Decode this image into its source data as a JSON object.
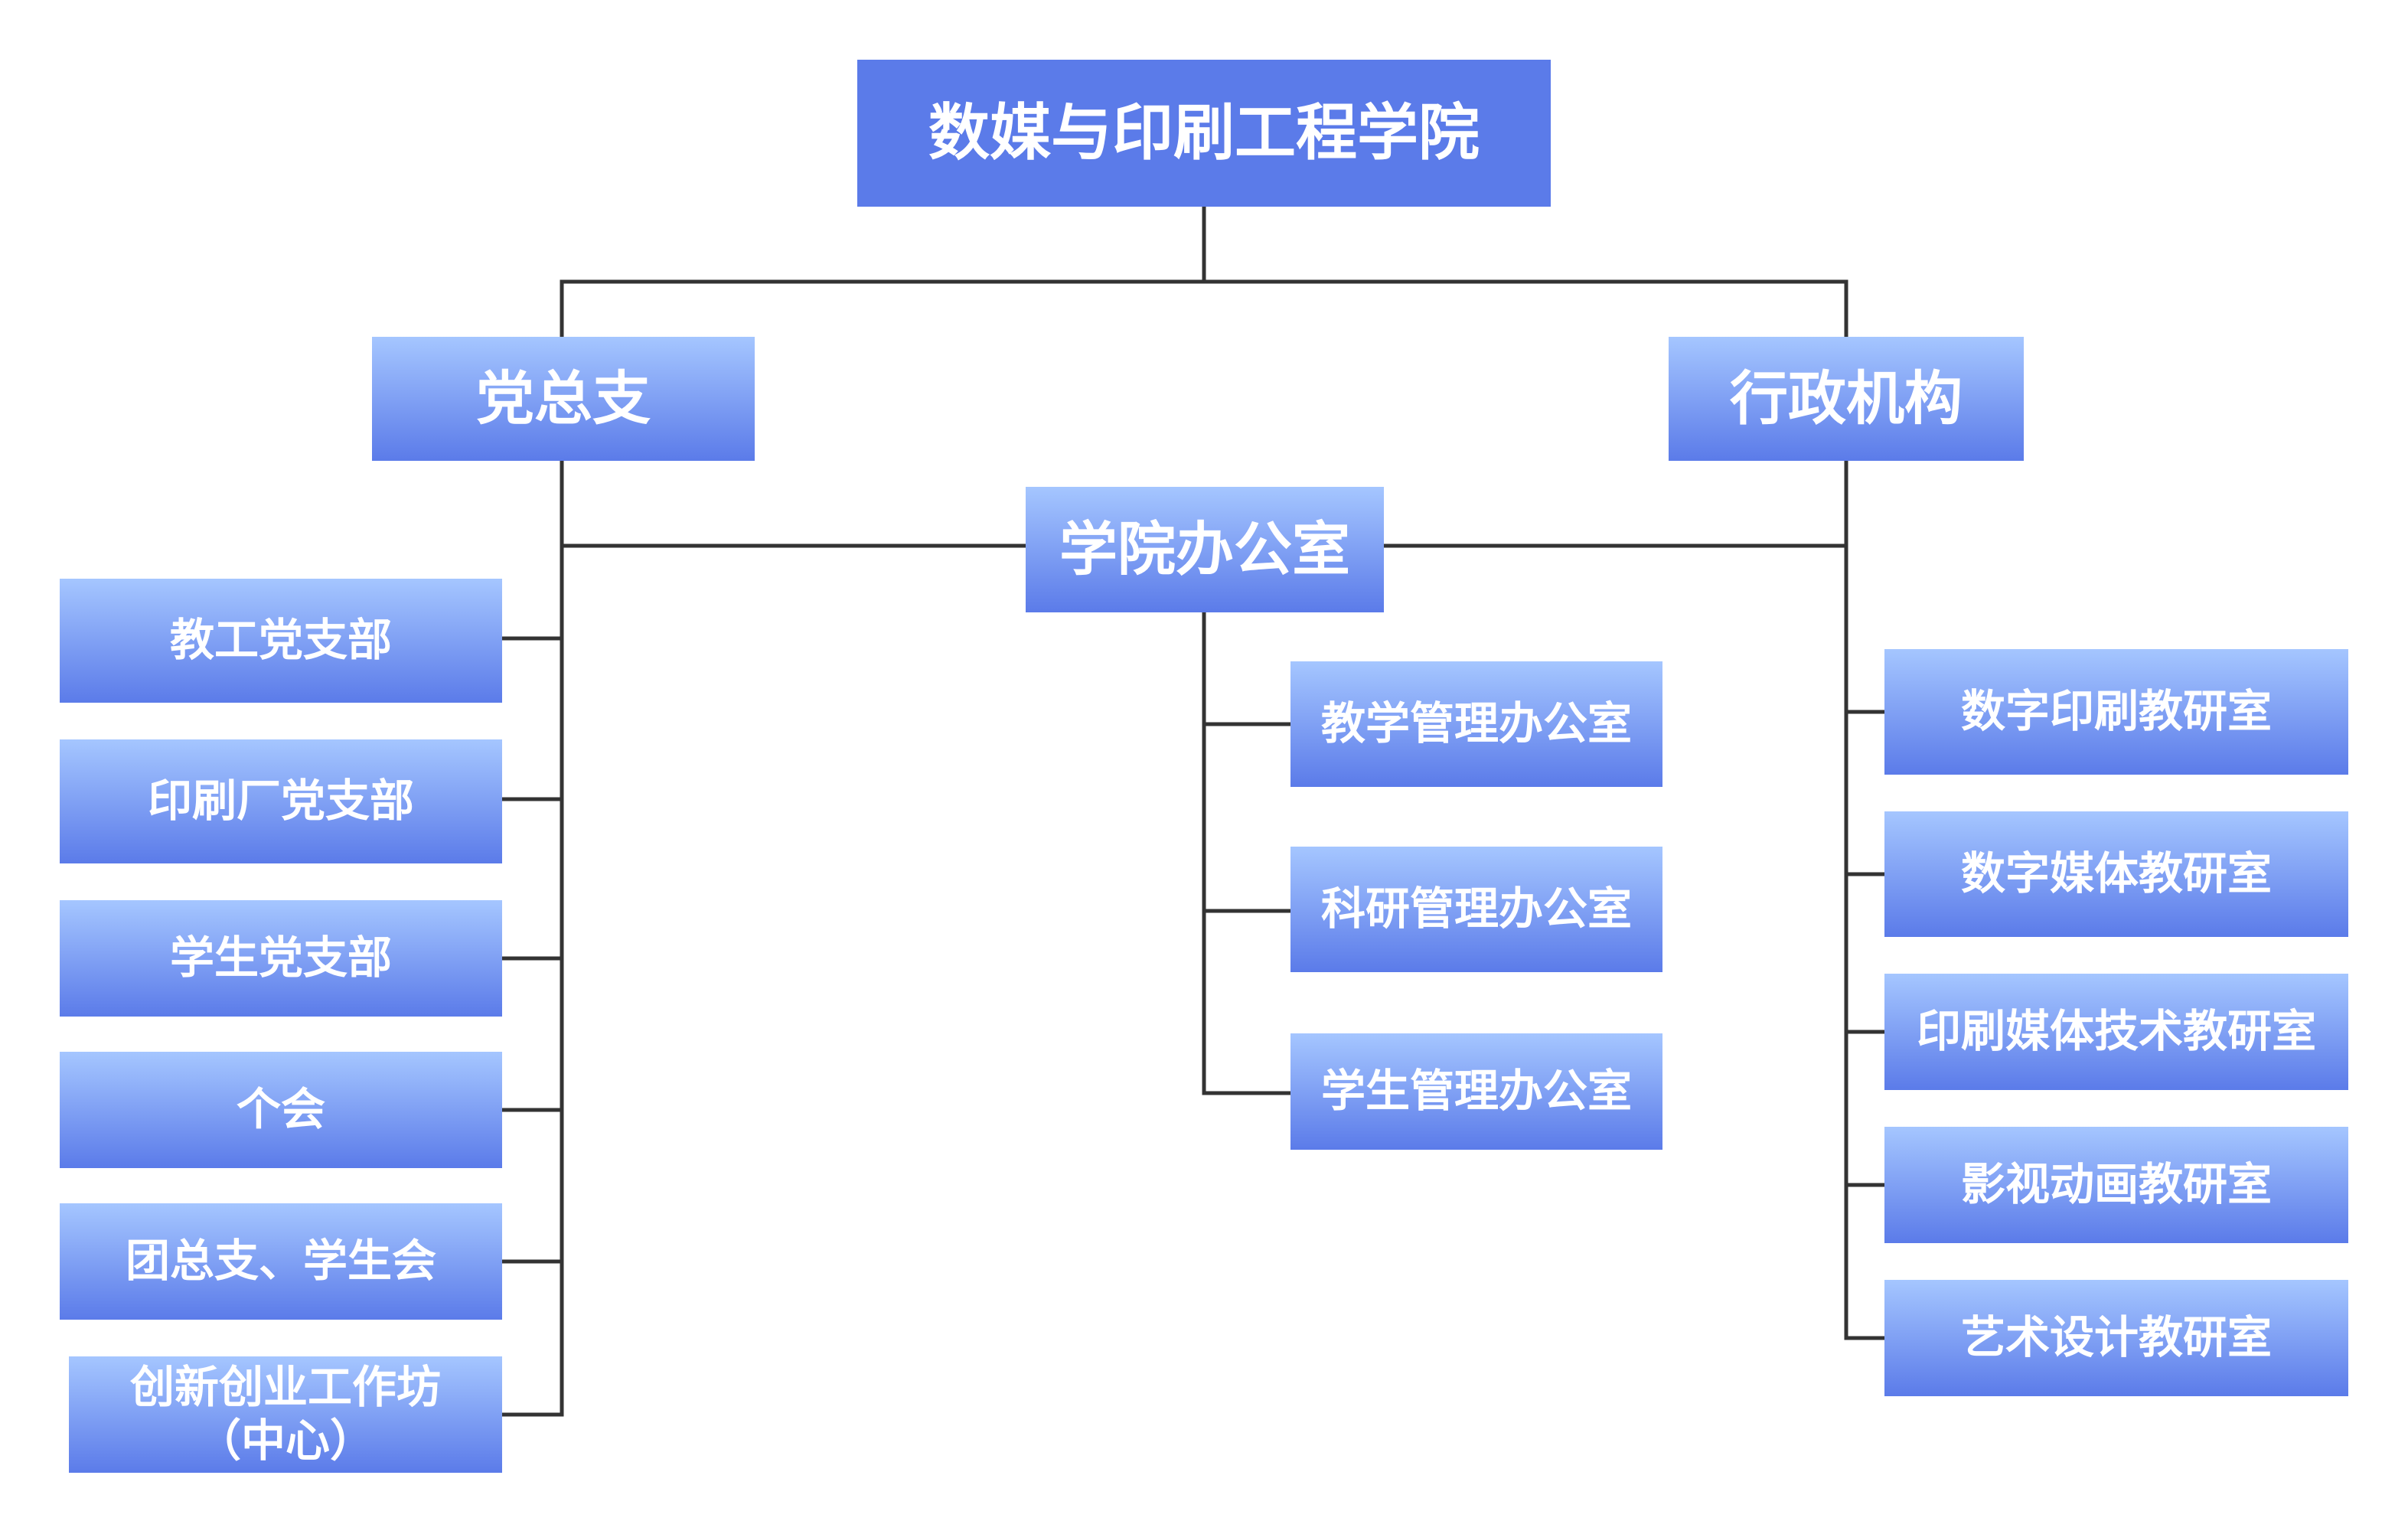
{
  "root": {
    "label": "数媒与印刷工程学院"
  },
  "branches": {
    "party": {
      "label": "党总支",
      "children": [
        {
          "label": "教工党支部"
        },
        {
          "label": "印刷厂党支部"
        },
        {
          "label": "学生党支部"
        },
        {
          "label": "个会"
        },
        {
          "label": "团总支、学生会"
        },
        {
          "label_line1": "创新创业工作坊",
          "label_line2": "（中心）"
        }
      ]
    },
    "office": {
      "label": "学院办公室",
      "children": [
        {
          "label": "教学管理办公室"
        },
        {
          "label": "科研管理办公室"
        },
        {
          "label": "学生管理办公室"
        }
      ]
    },
    "admin": {
      "label": "行政机构",
      "children": [
        {
          "label": "数字印刷教研室"
        },
        {
          "label": "数字媒体教研室"
        },
        {
          "label": "印刷媒体技术教研室"
        },
        {
          "label": "影视动画教研室"
        },
        {
          "label": "艺术设计教研室"
        }
      ]
    }
  },
  "colors": {
    "root_fill": "#5b7be9",
    "gradient_top": "#a5c6ff",
    "gradient_bottom": "#5b7be9",
    "connector": "#333333",
    "text": "#ffffff"
  }
}
